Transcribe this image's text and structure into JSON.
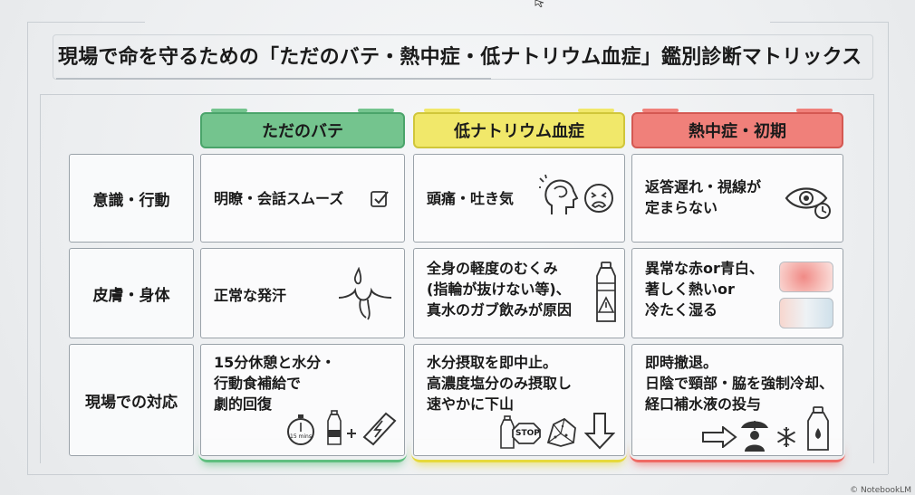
{
  "title": "現場で命を守るための「ただのバテ・熱中症・低ナトリウム血症」鑑別診断マトリックス",
  "columns": {
    "c1": "ただのバテ",
    "c2": "低ナトリウム血症",
    "c3": "熱中症・初期"
  },
  "rows": {
    "r1": "意識・行動",
    "r2": "皮膚・身体",
    "r3": "現場での対応"
  },
  "cells": {
    "r1c1": [
      "明瞭・会話スムーズ"
    ],
    "r1c2": [
      "頭痛・吐き気"
    ],
    "r1c3": [
      "返答遅れ・視線が",
      "定まらない"
    ],
    "r2c1": [
      "正常な発汗"
    ],
    "r2c2": [
      "全身の軽度のむくみ",
      "(指輪が抜けない等)、",
      "真水のガブ飲みが原因"
    ],
    "r2c3": [
      "異常な赤or青白、",
      "著しく熱いor",
      "冷たく湿る"
    ],
    "r3c1": [
      "15分休憩と水分・",
      "行動食補給で",
      "劇的回復"
    ],
    "r3c2": [
      "水分摂取を即中止。",
      "高濃度塩分のみ摂取し",
      "速やかに下山"
    ],
    "r3c3": [
      "即時撤退。",
      "日陰で頸部・脇を強制冷却、",
      "経口補水液の投与"
    ]
  },
  "icons": {
    "timer_label": "15 mins",
    "stop_label": "STOP"
  },
  "credit": "© NotebookLM",
  "colors": {
    "green": "#74c48e",
    "yellow": "#f1e86a",
    "red": "#f0807a"
  }
}
